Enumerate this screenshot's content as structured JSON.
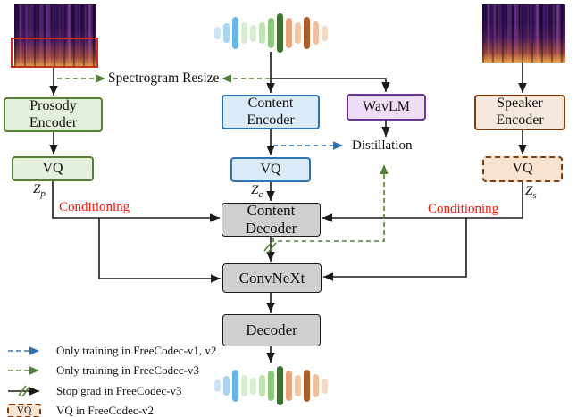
{
  "nodes": {
    "prosody_encoder": {
      "label": "Prosody\nEncoder"
    },
    "content_encoder": {
      "label": "Content\nEncoder"
    },
    "wavlm": {
      "label": "WavLM"
    },
    "speaker_encoder": {
      "label": "Speaker\nEncoder"
    },
    "vq_prosody": {
      "label": "VQ"
    },
    "vq_content": {
      "label": "VQ"
    },
    "vq_speaker": {
      "label": "VQ"
    },
    "content_decoder": {
      "label": "Content\nDecoder"
    },
    "convnext": {
      "label": "ConvNeXt"
    },
    "decoder": {
      "label": "Decoder"
    }
  },
  "annotations": {
    "spectrogram_resize": "Spectrogram Resize",
    "distillation": "Distillation",
    "conditioning_left": "Conditioning",
    "conditioning_right": "Conditioning",
    "z_p": {
      "base": "Z",
      "sub": "p"
    },
    "z_c": {
      "base": "Z",
      "sub": "c"
    },
    "z_s": {
      "base": "Z",
      "sub": "s"
    }
  },
  "legend": [
    {
      "symbol": "blue-dashed-arrow",
      "label": "Only training in FreeCodec-v1, v2"
    },
    {
      "symbol": "green-dashed-arrow",
      "label": "Only training in FreeCodec-v3"
    },
    {
      "symbol": "stop-grad-arrow",
      "label": "Stop grad in FreeCodec-v3"
    },
    {
      "symbol": "dashed-vq-box",
      "label": "VQ in FreeCodec-v2",
      "box_text": "VQ"
    }
  ],
  "colors": {
    "green_fill": "#e3efda",
    "green_border": "#538135",
    "blue_fill": "#daeaf7",
    "blue_border": "#2e74b5",
    "purple_fill": "#eeddf4",
    "purple_border": "#7030a0",
    "tan_fill": "#f6e8dc",
    "tan_border": "#843c0c",
    "gray_fill": "#d0cfcf",
    "line_black": "#1a1a1a",
    "dashed_blue": "#2e74b5",
    "dashed_green": "#538135",
    "conditioning_red": "#f91408",
    "crop_red": "#c7321f"
  },
  "waveform": {
    "bars": [
      {
        "color": "#c9e4f6",
        "h": 14
      },
      {
        "color": "#a5d5f0",
        "h": 22
      },
      {
        "color": "#66b7e8",
        "h": 36
      },
      {
        "color": "#d9edd3",
        "h": 24
      },
      {
        "color": "#d9edd3",
        "h": 19
      },
      {
        "color": "#bfe3b4",
        "h": 24
      },
      {
        "color": "#8bc87a",
        "h": 34
      },
      {
        "color": "#3e7032",
        "h": 44
      },
      {
        "color": "#eaa37d",
        "h": 34
      },
      {
        "color": "#f2c7a8",
        "h": 24
      },
      {
        "color": "#b05c28",
        "h": 36
      },
      {
        "color": "#f0bf9e",
        "h": 26
      },
      {
        "color": "#f6d9c4",
        "h": 17
      }
    ]
  }
}
